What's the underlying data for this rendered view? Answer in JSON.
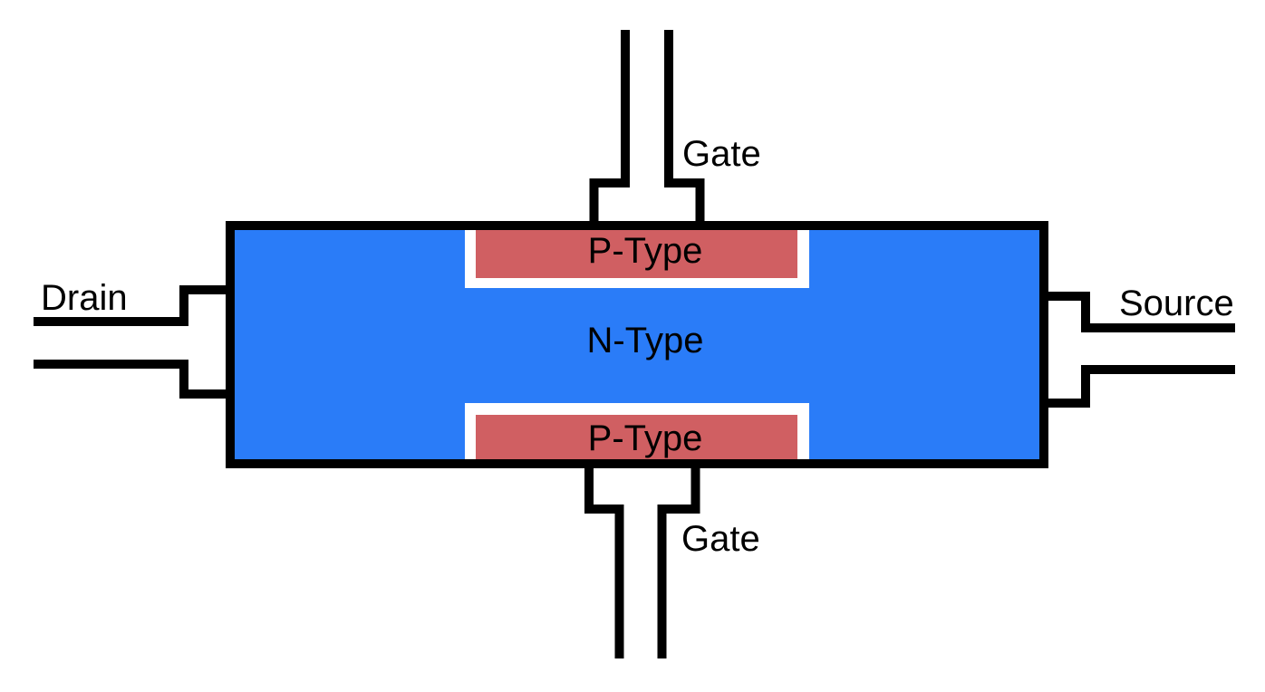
{
  "diagram": {
    "labels": {
      "gate_top": "Gate",
      "gate_bottom": "Gate",
      "drain": "Drain",
      "source": "Source",
      "n_type": "N-Type",
      "p_type_top": "P-Type",
      "p_type_bottom": "P-Type"
    },
    "colors": {
      "n_region": "#2A7CF8",
      "p_region": "#D05F62",
      "outline": "#000000",
      "background": "#FFFFFF"
    }
  }
}
